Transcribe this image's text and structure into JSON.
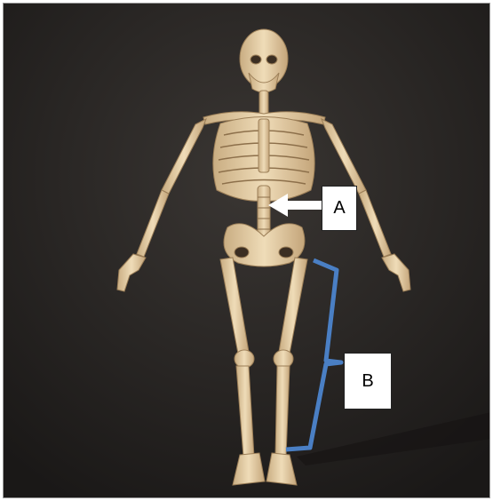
{
  "labels": {
    "a": "A",
    "b": "B"
  },
  "colors": {
    "background_top": "#3a3633",
    "background_bottom": "#1f1d1c",
    "bone": "#e6cfa7",
    "bone_shade": "#b99a6f",
    "bracket": "#4a7fc4",
    "arrow": "#ffffff"
  },
  "icons": {
    "skeleton": "human-skeleton-illustration"
  }
}
